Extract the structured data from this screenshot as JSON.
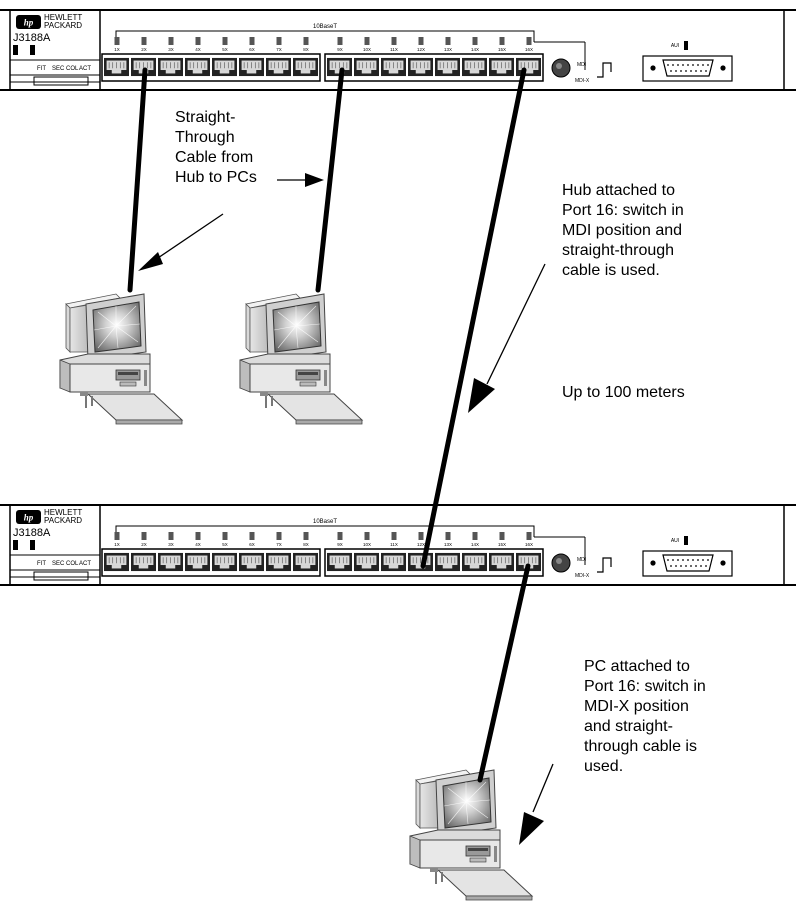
{
  "hubs": [
    {
      "brand_line1": "HEWLETT",
      "brand_line2": "PACKARD",
      "model": "J3188A",
      "status_leds": [
        "FIT",
        "SEC",
        "COL",
        "ACT"
      ],
      "port_group_label": "10BaseT",
      "port_labels": [
        "1X",
        "2X",
        "3X",
        "4X",
        "5X",
        "6X",
        "7X",
        "8X",
        "9X",
        "10X",
        "11X",
        "12X",
        "13X",
        "14X",
        "15X",
        "16X"
      ],
      "mdi_switch_labels": [
        "MDI",
        "MDI-X"
      ],
      "aui_label": "AUI",
      "mdi_switch_position": "MDI"
    },
    {
      "brand_line1": "HEWLETT",
      "brand_line2": "PACKARD",
      "model": "J3188A",
      "status_leds": [
        "FIT",
        "SEC",
        "COL",
        "ACT"
      ],
      "port_group_label": "10BaseT",
      "port_labels": [
        "1X",
        "2X",
        "3X",
        "4X",
        "5X",
        "6X",
        "7X",
        "8X",
        "9X",
        "10X",
        "11X",
        "12X",
        "13X",
        "14X",
        "15X",
        "16X"
      ],
      "mdi_switch_labels": [
        "MDI",
        "MDI-X"
      ],
      "aui_label": "AUI",
      "mdi_switch_position": "MDI-X"
    }
  ],
  "annotations": {
    "pc_cable": [
      "Straight-",
      "Through",
      "Cable from",
      "Hub to PCs"
    ],
    "hub_port16": [
      "Hub attached to",
      "Port 16: switch in",
      "MDI position and",
      "straight-through",
      "cable is used."
    ],
    "distance": [
      "Up to 100 meters"
    ],
    "pc_port16": [
      "PC attached to",
      "Port 16: switch in",
      "MDI-X position",
      "and straight-",
      "through cable is",
      "used."
    ]
  }
}
